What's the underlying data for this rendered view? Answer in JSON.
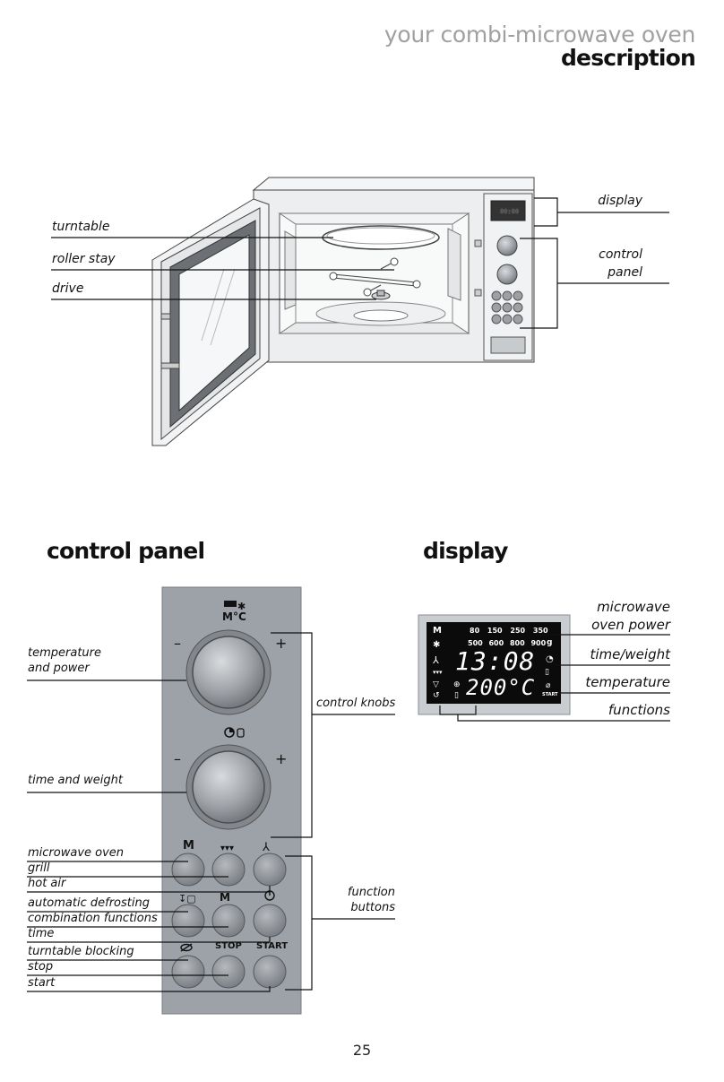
{
  "header": {
    "subtitle": "your combi-microwave oven",
    "title": "description"
  },
  "oven_figure": {
    "labels": {
      "turntable": "turntable",
      "roller_stay": "roller stay",
      "drive": "drive",
      "display": "display",
      "control_panel_line1": "control",
      "control_panel_line2": "panel"
    }
  },
  "control_panel": {
    "heading": "control panel",
    "knob_labels": {
      "temperature_line1": "temperature",
      "temperature_line2": "and power",
      "time_weight": "time and weight",
      "group": "control knobs",
      "minus": "–",
      "plus": "+",
      "m_celsius": "M°C"
    },
    "button_labels": [
      "microwave oven",
      "grill",
      "hot air",
      "automatic defrosting",
      "combination functions",
      "time",
      "turntable blocking",
      "stop",
      "start"
    ],
    "button_group_line1": "function",
    "button_group_line2": "buttons",
    "panel_marks": {
      "m": "M",
      "m_defrost": "M",
      "stop": "STOP",
      "start": "START"
    }
  },
  "display": {
    "heading": "display",
    "labels": {
      "power_line1": "microwave",
      "power_line2": "oven power",
      "time_weight": "time/weight",
      "temperature": "temperature",
      "functions": "functions"
    },
    "lcd": {
      "m": "M",
      "power_row1": [
        "80",
        "150",
        "250",
        "350"
      ],
      "power_row2": [
        "500",
        "600",
        "800",
        "900"
      ],
      "g": "g",
      "time": "13:08",
      "temp": "200°C",
      "start": "START"
    }
  },
  "page_number": "25"
}
